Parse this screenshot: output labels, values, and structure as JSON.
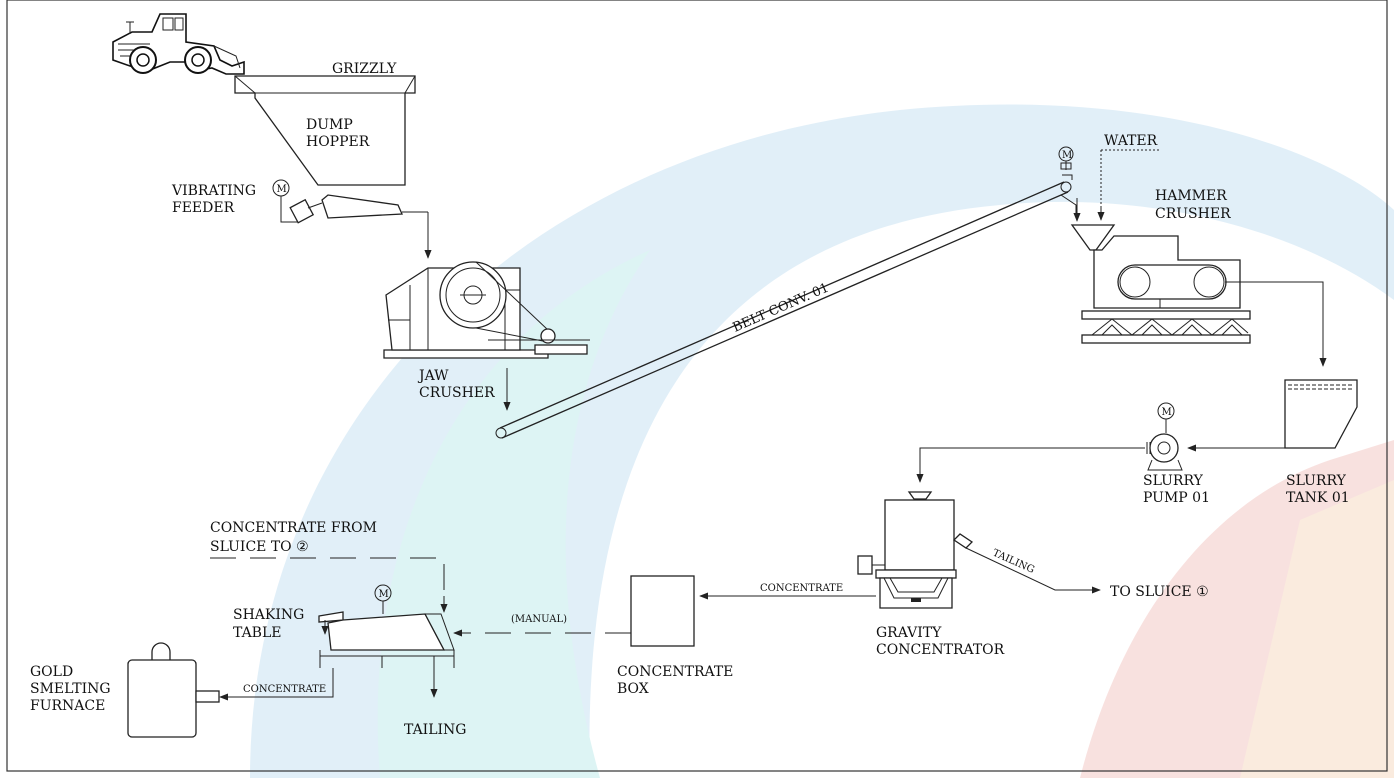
{
  "colors": {
    "watermark_blue": "#c9e2f3",
    "watermark_teal": "#c3ecec",
    "watermark_red": "#f4c9c6",
    "watermark_orange": "#f7dcc4",
    "line": "#222222"
  },
  "labels": {
    "grizzly": "GRIZZLY",
    "dump_hopper": [
      "DUMP",
      "HOPPER"
    ],
    "vibrating_feeder": [
      "VIBRATING",
      "FEEDER"
    ],
    "motor": "M",
    "jaw_crusher": [
      "JAW",
      "CRUSHER"
    ],
    "belt_conveyor": "BELT CONV. 01",
    "water": "WATER",
    "hammer_crusher": [
      "HAMMER",
      "CRUSHER"
    ],
    "slurry_tank": [
      "SLURRY",
      "TANK 01"
    ],
    "slurry_pump": [
      "SLURRY",
      "PUMP 01"
    ],
    "gravity_concentrator": [
      "GRAVITY",
      "CONCENTRATOR"
    ],
    "tailing_flow": "TAILING",
    "to_sluice_1": "TO SLUICE ①",
    "concentrate_flow": "CONCENTRATE",
    "concentrate_box": [
      "CONCENTRATE",
      "BOX"
    ],
    "manual": "(MANUAL)",
    "concentrate_from_sluice": [
      "CONCENTRATE FROM",
      "SLUICE TO ②"
    ],
    "shaking_table": [
      "SHAKING",
      "TABLE"
    ],
    "tailing_out": "TAILING",
    "concentrate_to_furnace": "CONCENTRATE",
    "gold_smelting_furnace": [
      "GOLD",
      "SMELTING",
      "FURNACE"
    ]
  },
  "icons": [
    "wheel-loader-icon",
    "motor-icon"
  ]
}
